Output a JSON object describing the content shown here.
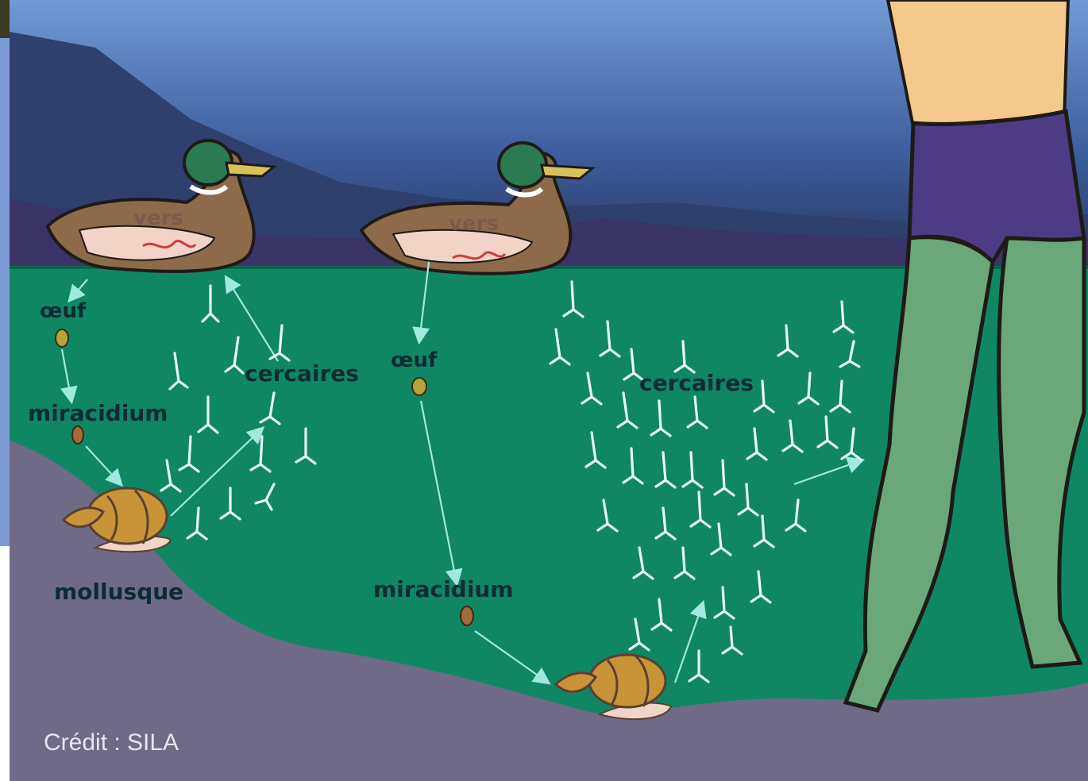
{
  "diagram": {
    "labels": {
      "vers_left": "vers",
      "vers_right": "vers",
      "oeuf_left": "œuf",
      "oeuf_right": "œuf",
      "miracidium_left": "miracidium",
      "miracidium_right": "miracidium",
      "cercaires_left": "cercaires",
      "cercaires_right": "cercaires",
      "mollusque": "mollusque"
    },
    "credit": "Crédit : SILA"
  },
  "colors": {
    "sky_top": "#5a86c8",
    "sky_bottom": "#2a3f6e",
    "water": "#0f8763",
    "mud": "#6f6a86",
    "skin": "#f3c98c",
    "shorts": "#4d3b86",
    "stockings": "#6aa77b",
    "snail_shell": "#c89437",
    "duck_body": "#8c6a4a",
    "duck_head": "#2c7a52"
  }
}
